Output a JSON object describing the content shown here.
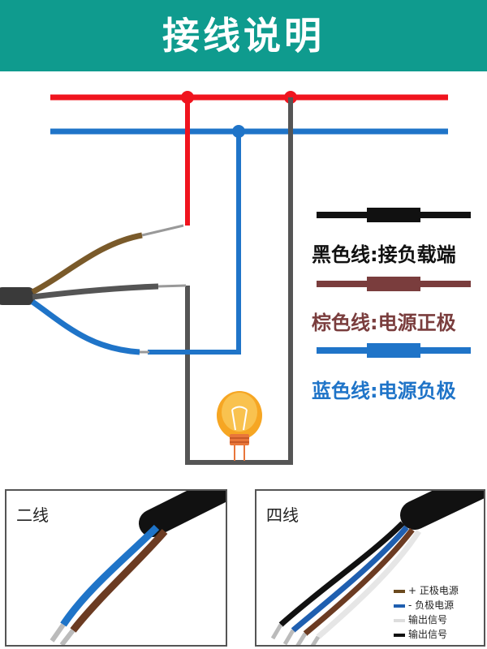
{
  "header": {
    "title": "接线说明"
  },
  "colors": {
    "header_bg": "#0f9b8e",
    "red": "#f0141e",
    "blue": "#1f74c8",
    "brown": "#7a3d3d",
    "black": "#111111",
    "gray_wire": "#555555"
  },
  "legend": [
    {
      "label": "黑色线:接负载端",
      "color": "#111111"
    },
    {
      "label": "棕色线:电源正极",
      "color": "#7a3d3d"
    },
    {
      "label": "蓝色线:电源负极",
      "color": "#1f74c8"
    }
  ],
  "two_wire": {
    "title": "二线"
  },
  "four_wire": {
    "title": "四线",
    "legend": [
      {
        "label": "+ 正极电源",
        "color": "#6b4a1e"
      },
      {
        "label": "- 负极电源",
        "color": "#1f5fb0"
      },
      {
        "label": "输出信号",
        "color": "#dddddd"
      },
      {
        "label": "输出信号",
        "color": "#111111"
      }
    ]
  },
  "icons": [
    "light-bulb-icon"
  ]
}
